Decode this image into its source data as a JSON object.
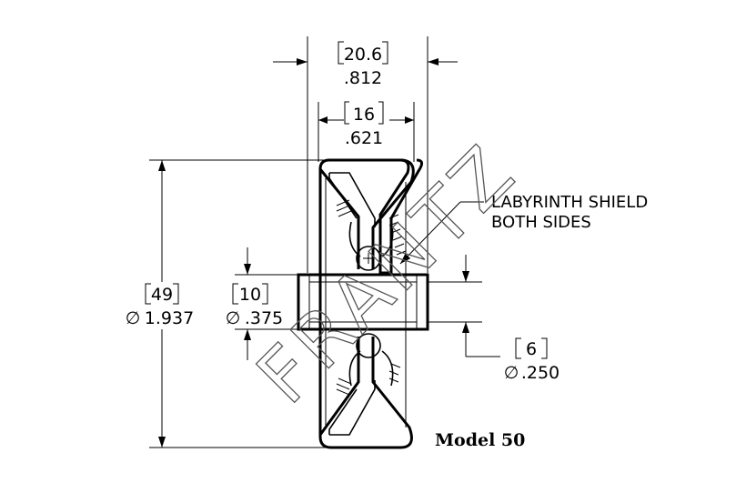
{
  "dimensions": {
    "overall_width": {
      "metric": "20.6",
      "imperial": ".812"
    },
    "inner_width": {
      "metric": "16",
      "imperial": ".621"
    },
    "outer_diameter": {
      "metric": "49",
      "imperial": "1.937"
    },
    "bore_diameter": {
      "metric": "10",
      "imperial": ".375"
    },
    "ball_diameter": {
      "metric": "6",
      "imperial": ".250"
    },
    "diameter_symbol": "∅"
  },
  "callout": {
    "line1": "LABYRINTH SHIELD",
    "line2": "BOTH SIDES"
  },
  "model_label": "Model 50",
  "watermark": "FRANTZ",
  "colors": {
    "line": "#000000",
    "watermark": "#555555"
  }
}
